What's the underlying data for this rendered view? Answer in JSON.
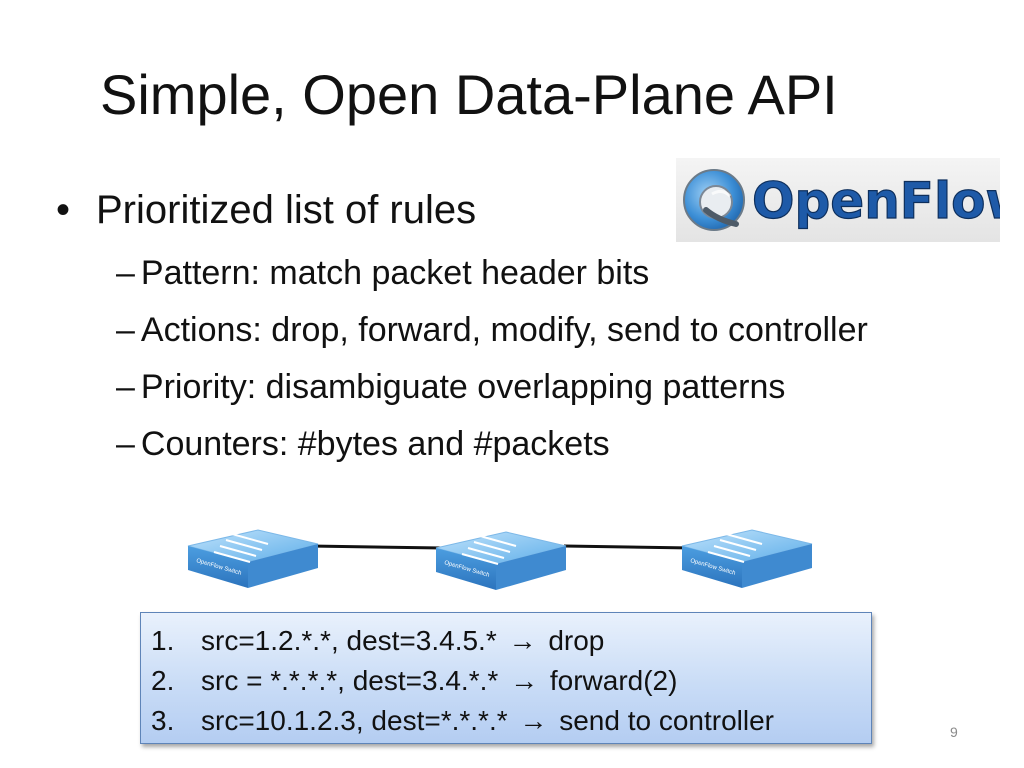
{
  "slide": {
    "title": "Simple, Open Data-Plane API",
    "logo": {
      "text": "OpenFlow",
      "icon": "openflow-logo-icon",
      "color": "#1e5aa8"
    },
    "bullet": {
      "symbol": "•",
      "text": "Prioritized list of rules"
    },
    "sub_bullets": [
      {
        "dash": "–",
        "text": "Pattern: match packet header bits"
      },
      {
        "dash": "–",
        "text": "Actions: drop, forward, modify, send to controller"
      },
      {
        "dash": "–",
        "text": "Priority: disambiguate overlapping patterns"
      },
      {
        "dash": "–",
        "text": "Counters: #bytes and #packets"
      }
    ],
    "switches": [
      {
        "label": "OpenFlow Switch",
        "icon": "openflow-switch-icon"
      },
      {
        "label": "OpenFlow Switch",
        "icon": "openflow-switch-icon"
      },
      {
        "label": "OpenFlow Switch",
        "icon": "openflow-switch-icon"
      }
    ],
    "rules": [
      {
        "num": "1.",
        "match": "src=1.2.*.*, dest=3.4.5.*",
        "arrow": "→",
        "action": "drop"
      },
      {
        "num": "2.",
        "match": "src = *.*.*.*, dest=3.4.*.*",
        "arrow": "→",
        "action": "forward(2)"
      },
      {
        "num": "3.",
        "match": "src=10.1.2.3, dest=*.*.*.*",
        "arrow": "→",
        "action": "send to controller"
      }
    ],
    "page_number": "9"
  }
}
